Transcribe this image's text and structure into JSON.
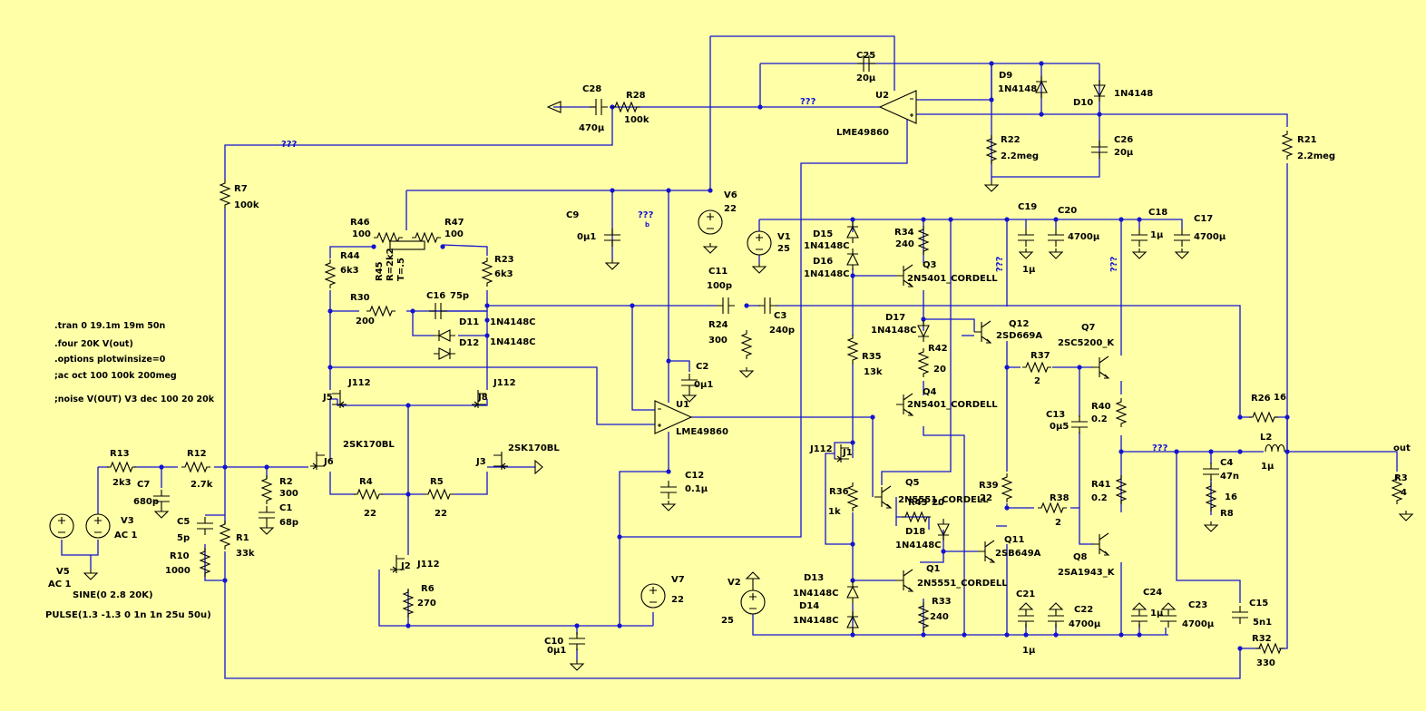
{
  "directives": [
    ".tran 0 19.1m 19m 50n",
    ".four 20K V(out)",
    ".options plotwinsize=0",
    ";ac oct 100 100k 200meg",
    ";noise V(OUT) V3 dec 100 20 20k"
  ],
  "net_unknown": "???",
  "net_b": "b",
  "out_label": "out",
  "colors": {
    "background": "#FFFFA8",
    "wire": "#1414D2",
    "component": "#000000"
  },
  "labels": {
    "R28": "R28",
    "R28v": "100k",
    "C28": "C28",
    "C28v": "470µ",
    "C25": "C25",
    "C25v": "20µ",
    "U2": "U2",
    "U2v": "LME49860",
    "D9": "D9",
    "D9v": "1N4148",
    "D10": "D10",
    "D10v": "1N4148",
    "R22": "R22",
    "R22v": "2.2meg",
    "C26": "C26",
    "C26v": "20µ",
    "R21": "R21",
    "R21v": "2.2meg",
    "R7": "R7",
    "R7v": "100k",
    "C9": "C9",
    "C9v": "0µ1",
    "V6": "V6",
    "V6v": "22",
    "R46": "R46",
    "R46v": "100",
    "R47": "R47",
    "R47v": "100",
    "R45": "R45",
    "R45v": "R=2k2",
    "R45t": "T=.5",
    "R44": "R44",
    "R44v": "6k3",
    "R23": "R23",
    "R23v": "6k3",
    "R30": "R30",
    "R30v": "200",
    "C16": "C16",
    "C16v": "75p",
    "D11": "D11",
    "D11v": "1N4148C",
    "D12": "D12",
    "D12v": "1N4148C",
    "C11": "C11",
    "C11v": "100p",
    "R24": "R24",
    "R24v": "300",
    "C3": "C3",
    "C3v": "240p",
    "C2": "C2",
    "C2v": "0µ1",
    "U1": "U1",
    "U1v": "LME49860",
    "C12": "C12",
    "C12v": "0.1µ",
    "J5": "J5",
    "J5v": "J112",
    "J8": "J8",
    "J8v": "J112",
    "J6": "J6",
    "J6v": "2SK170BL",
    "J3": "J3",
    "J3v": "2SK170BL",
    "R4": "R4",
    "R4v": "22",
    "R5": "R5",
    "R5v": "22",
    "J2": "J2",
    "J2v": "J112",
    "R6": "R6",
    "R6v": "270",
    "V7": "V7",
    "V7v": "22",
    "C10": "C10",
    "C10v": "0µ1",
    "R13": "R13",
    "R13v": "2k3",
    "R12": "R12",
    "R12v": "2.7k",
    "C7": "C7",
    "C7v": "680p",
    "C5": "C5",
    "C5v": "5p",
    "R2": "R2",
    "R2v": "300",
    "C1": "C1",
    "C1v": "68p",
    "R10": "R10",
    "R10v": "1000",
    "R1": "R1",
    "R1v": "33k",
    "V3": "V3",
    "V3v": "AC 1",
    "V5": "V5",
    "V5v": "AC 1",
    "V5sine": "SINE(0 2.8 20K)",
    "V5pulse": "PULSE(1.3 -1.3 0 1n 1n 25u 50u)",
    "V1": "V1",
    "V1v": "25",
    "V2": "V2",
    "V2v": "25",
    "D15": "D15",
    "D15v": "1N4148C",
    "D16": "D16",
    "D16v": "1N4148C",
    "R34": "R34",
    "R34v": "240",
    "Q3": "Q3",
    "Q3v": "2N5401_CORDELL",
    "C19": "C19",
    "C19v": "1µ",
    "C20": "C20",
    "C20v": "4700µ",
    "C18": "C18",
    "C18v": "1µ",
    "C17": "C17",
    "C17v": "4700µ",
    "D17": "D17",
    "D17v": "1N4148C",
    "R42": "R42",
    "R42v": "20",
    "Q12": "Q12",
    "Q12v": "2SD669A",
    "Q7": "Q7",
    "Q7v": "2SC5200_K",
    "R37": "R37",
    "R37v": "2",
    "R35": "R35",
    "R35v": "13k",
    "Q4": "Q4",
    "Q4v": "2N5401_CORDELL",
    "C13": "C13",
    "C13v": "0µ5",
    "R40": "R40",
    "R40v": "0.2",
    "R26": "R26",
    "R26v": "16",
    "J1": "J1",
    "J1v": "J112",
    "R36": "R36",
    "R36v": "1k",
    "Q5": "Q5",
    "Q5v": "2N5551_CORDELL",
    "R43": "R43",
    "R43v": "20",
    "D18": "D18",
    "D18v": "1N4148C",
    "R39": "R39",
    "R39v": "22",
    "R38": "R38",
    "R38v": "2",
    "Q11": "Q11",
    "Q11v": "2SB649A",
    "R41": "R41",
    "R41v": "0.2",
    "C4": "C4",
    "C4v": "47n",
    "R8": "R8",
    "R8v": "16",
    "L2": "L2",
    "L2v": "1µ",
    "R3": "R3",
    "R3v": "4",
    "Q8": "Q8",
    "Q8v": "2SA1943_K",
    "D13": "D13",
    "D13v": "1N4148C",
    "D14": "D14",
    "D14v": "1N4148C",
    "Q1": "Q1",
    "Q1v": "2N5551_CORDELL",
    "R33": "R33",
    "R33v": "240",
    "C21": "C21",
    "C21v": "1µ",
    "C22": "C22",
    "C22v": "4700µ",
    "C24": "C24",
    "C24v": "1µ",
    "C23": "C23",
    "C23v": "4700µ",
    "C15": "C15",
    "C15v": "5n1",
    "R32": "R32",
    "R32v": "330"
  }
}
